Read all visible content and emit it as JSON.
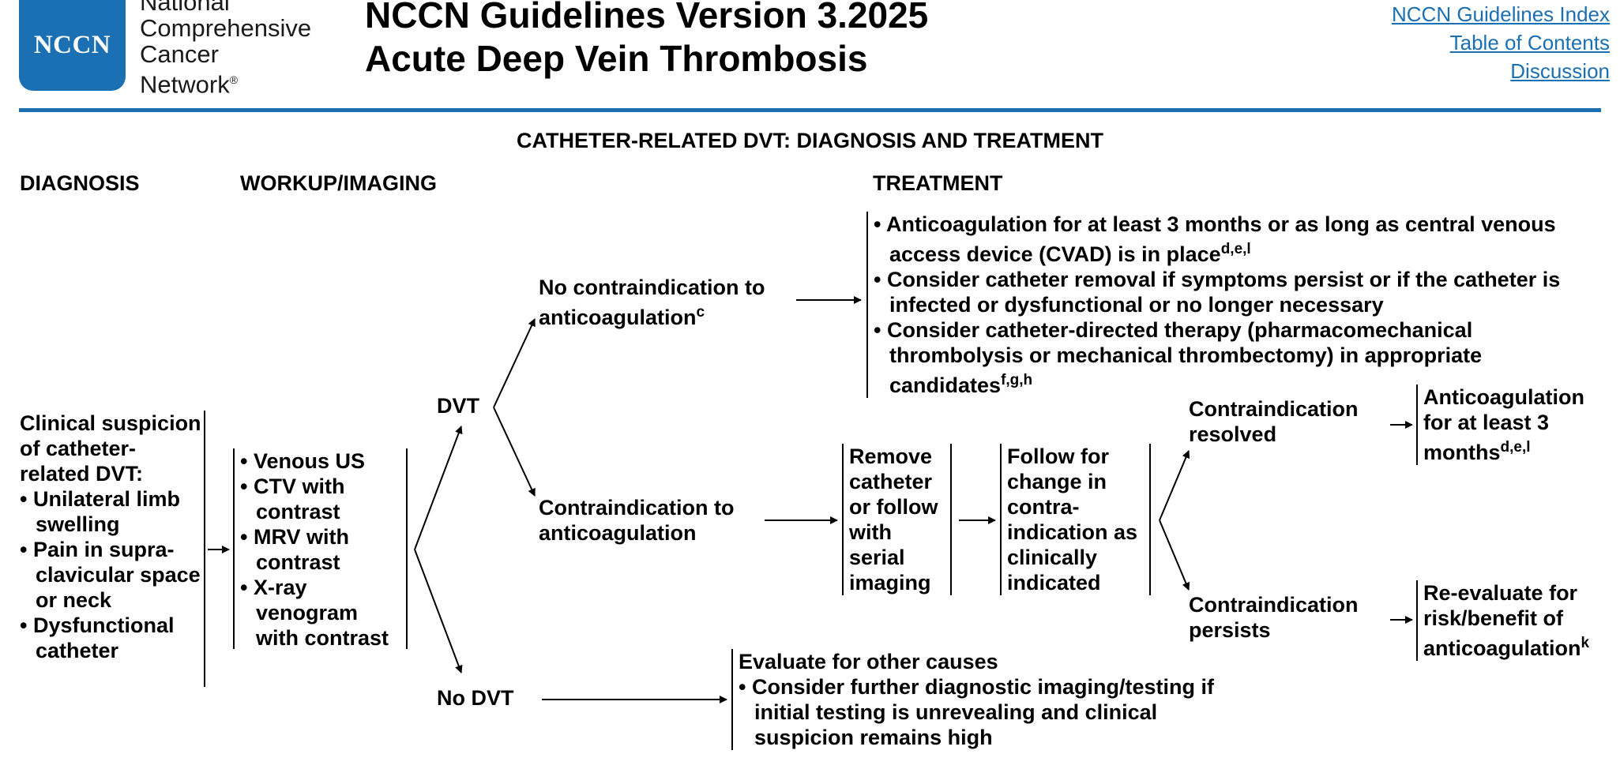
{
  "header": {
    "logo_text": "NCCN",
    "org_lines": [
      "National",
      "Comprehensive",
      "Cancer",
      "Network"
    ],
    "org_mark": "®",
    "title_line1": "NCCN Guidelines Version 3.2025",
    "title_line2": "Acute Deep Vein Thrombosis",
    "links": [
      "NCCN Guidelines Index",
      "Table of Contents",
      "Discussion"
    ]
  },
  "page_heading": "CATHETER-RELATED DVT: DIAGNOSIS AND TREATMENT",
  "columns": {
    "diagnosis": "DIAGNOSIS",
    "workup": "WORKUP/IMAGING",
    "treatment": "TREATMENT"
  },
  "diagnosis": {
    "heading": "Clinical suspicion of catheter-related DVT:",
    "items": [
      "Unilateral limb swelling",
      "Pain in supra-clavicular space or neck",
      "Dysfunctional catheter"
    ]
  },
  "workup": {
    "items": [
      "Venous US",
      "CTV with contrast",
      "MRV with contrast",
      "X-ray venogram with contrast"
    ]
  },
  "nodes": {
    "dvt": "DVT",
    "no_dvt": "No DVT"
  },
  "no_contra": {
    "text": "No contraindication to anticoagulation",
    "sup": "c"
  },
  "no_contra_tx": [
    {
      "text": "Anticoagulation for at least 3 months or as long as central venous access device (CVAD) is in place",
      "sup": "d,e,l"
    },
    {
      "text": "Consider catheter removal if symptoms persist or if the catheter is infected or dysfunctional or no longer necessary",
      "sup": ""
    },
    {
      "text": "Consider catheter-directed therapy (pharmacomechanical thrombolysis or mechanical thrombectomy) in appropriate candidates",
      "sup": "f,g,h"
    }
  ],
  "contra": {
    "text": "Contraindication to anticoagulation"
  },
  "remove_box": "Remove catheter or follow with serial imaging",
  "follow_box": "Follow for change in contra-indication as clinically indicated",
  "resolved": {
    "label": "Contraindication resolved",
    "outcome": "Anticoagulation for at least 3 months",
    "sup": "d,e,l"
  },
  "persists": {
    "label": "Contraindication persists",
    "outcome": "Re-evaluate for risk/benefit of anticoagulation",
    "sup": "k"
  },
  "no_dvt_box": {
    "heading": "Evaluate for other causes",
    "items": [
      "Consider further diagnostic imaging/testing if initial testing is unrevealing and clinical suspicion remains high"
    ]
  }
}
